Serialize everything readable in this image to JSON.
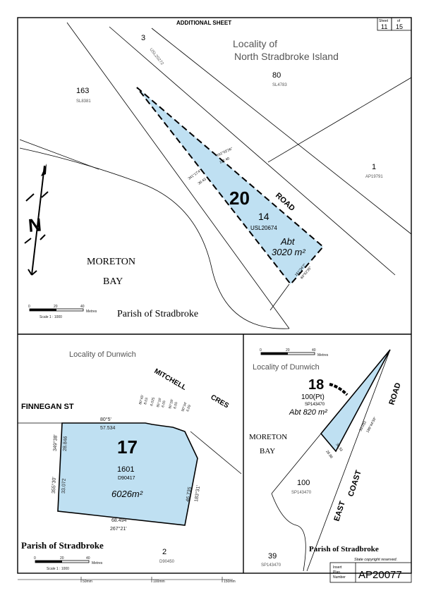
{
  "header": {
    "title": "ADDITIONAL SHEET",
    "sheet_label": "Sheet",
    "sheet_no": "11",
    "of_label": "of",
    "sheet_total": "15"
  },
  "top_panel": {
    "locality_line1": "Locality    of",
    "locality_line2": "North Stradbroke Island",
    "parcel_3": "3",
    "parcel_3_ref": "USL20272",
    "parcel_80": "80",
    "parcel_80_ref": "SL4783",
    "parcel_163": "163",
    "parcel_163_ref": "SL8381",
    "parcel_1": "1",
    "parcel_1_ref": "AP19791",
    "road_label": "ROAD",
    "lot_number": "20",
    "sub_parcel": "14",
    "sub_parcel_ref": "USL20674",
    "area_label": "Abt",
    "area_value": "3020 m²",
    "dim_1": "161°02'26\"",
    "dim_2": "117.40",
    "dim_3": "341°17'4\"",
    "dim_4": "30.43",
    "dim_5": "161°34'7\"",
    "dim_6": "60°52'35\"",
    "water_1": "MORETON",
    "water_2": "BAY",
    "parish": "Parish of Stradbroke",
    "scale_ticks": [
      "0",
      "20",
      "40"
    ],
    "scale_unit": "Metres",
    "scale_text": "Scale 1 : 1000",
    "north": "N"
  },
  "bottom_left": {
    "locality": "Locality       of       Dunwich",
    "street_1": "FINNEGAN  ST",
    "street_2a": "MITCHELL",
    "street_2b": "CRES",
    "lot_number": "17",
    "sub_parcel": "1601",
    "sub_parcel_ref": "D90417",
    "area": "6026m²",
    "top_bearing": "80°5'",
    "top_dist": "57.534",
    "bottom_bearing": "267°21'",
    "bottom_dist": "68.494",
    "left_bearing": "355°30'",
    "left_dist": "33.072",
    "left_top": "349°38'",
    "left_top_dist": "28.846",
    "right_bearing": "183°31'",
    "right_dist": "46.735",
    "corner_dims": [
      "80°45'",
      "8.03",
      "6.025",
      "95°16'",
      "6.05",
      "90°26'",
      "6.05",
      "90°34'",
      "6.09"
    ],
    "parcel_2": "2",
    "parcel_2_ref": "D90450",
    "parish": "Parish of Stradbroke",
    "scale_ticks": [
      "0",
      "20",
      "40"
    ],
    "scale_unit": "Metres",
    "scale_text": "Scale 1 : 1000"
  },
  "bottom_right": {
    "locality": "Locality    of    Dunwich",
    "scale_ticks": [
      "0",
      "20",
      "40"
    ],
    "scale_unit": "Metres",
    "lot_number": "18",
    "sub_parcel": "100(Pt)",
    "sub_parcel_ref": "SP143470",
    "area": "Abt 820  m²",
    "road_1": "ROAD",
    "road_2": "EAST",
    "road_3": "COAST",
    "water_1": "MORETON",
    "water_2": "BAY",
    "parcel_100": "100",
    "parcel_100_ref": "SP143470",
    "parcel_39": "39",
    "parcel_39_ref": "SP143470",
    "dim_1": "33.033",
    "dim_2": "189°44'30\"",
    "dim_3": "28.98",
    "dim_4": "38.33",
    "parish": "Parish of Stradbroke"
  },
  "footer": {
    "copyright": "State copyright reserved.",
    "plan_label_1": "Insert",
    "plan_label_2": "Plan",
    "plan_label_3": "Number",
    "plan_number": "AP20077",
    "ruler_ticks": [
      "50mm",
      "100mm",
      "150mm"
    ]
  }
}
